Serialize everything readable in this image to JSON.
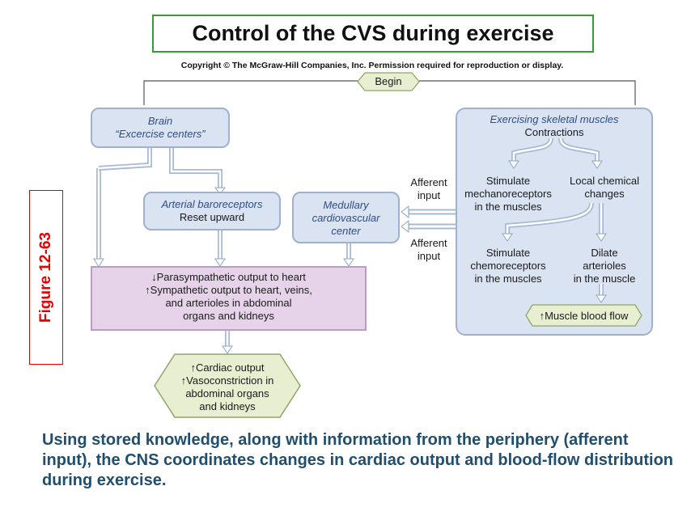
{
  "title": "Control of the CVS during exercise",
  "copyright": "Copyright © The McGraw-Hill Companies, Inc. Permission required for reproduction or display.",
  "figure_label": "Figure 12-63",
  "begin": "Begin",
  "brain": {
    "line1": "Brain",
    "line2": "“Excercise centers”"
  },
  "baroreceptors": {
    "line1": "Arterial baroreceptors",
    "line2": "Reset upward"
  },
  "medullary": "Medullary\ncardiovascular\ncenter",
  "muscles": {
    "title": "Exercising skeletal muscles",
    "subtitle": "Contractions"
  },
  "stim_mech": "Stimulate\nmechanoreceptors\nin the muscles",
  "local_chem": "Local chemical\nchanges",
  "stim_chemo": "Stimulate\nchemoreceptors\nin the muscles",
  "dilate": "Dilate\narterioles\nin the muscle",
  "muscle_flow": "↑Muscle blood flow",
  "afferent_1": "Afferent\ninput",
  "afferent_2": "Afferent\ninput",
  "autonomic": {
    "line1": "↓Parasympathetic output to heart",
    "line2": "↑Sympathetic output to heart, veins,",
    "line3": "and arterioles in abdominal",
    "line4": "organs and kidneys"
  },
  "outcome": "↑Cardiac output\n↑Vasoconstriction in\nabdominal organs\nand kidneys",
  "summary": "Using stored knowledge, along with information from the periphery (afferent input), the CNS coordinates changes in cardiac output and blood-flow distribution during exercise.",
  "colors": {
    "blue_box": "#d9e3f2",
    "blue_border": "#9fb1cf",
    "pink_box": "#e6d3ea",
    "green_box": "#e7efd0",
    "title_border": "#3a9a3a",
    "figure_red": "#e60000",
    "summary_text": "#1f4e6e"
  }
}
